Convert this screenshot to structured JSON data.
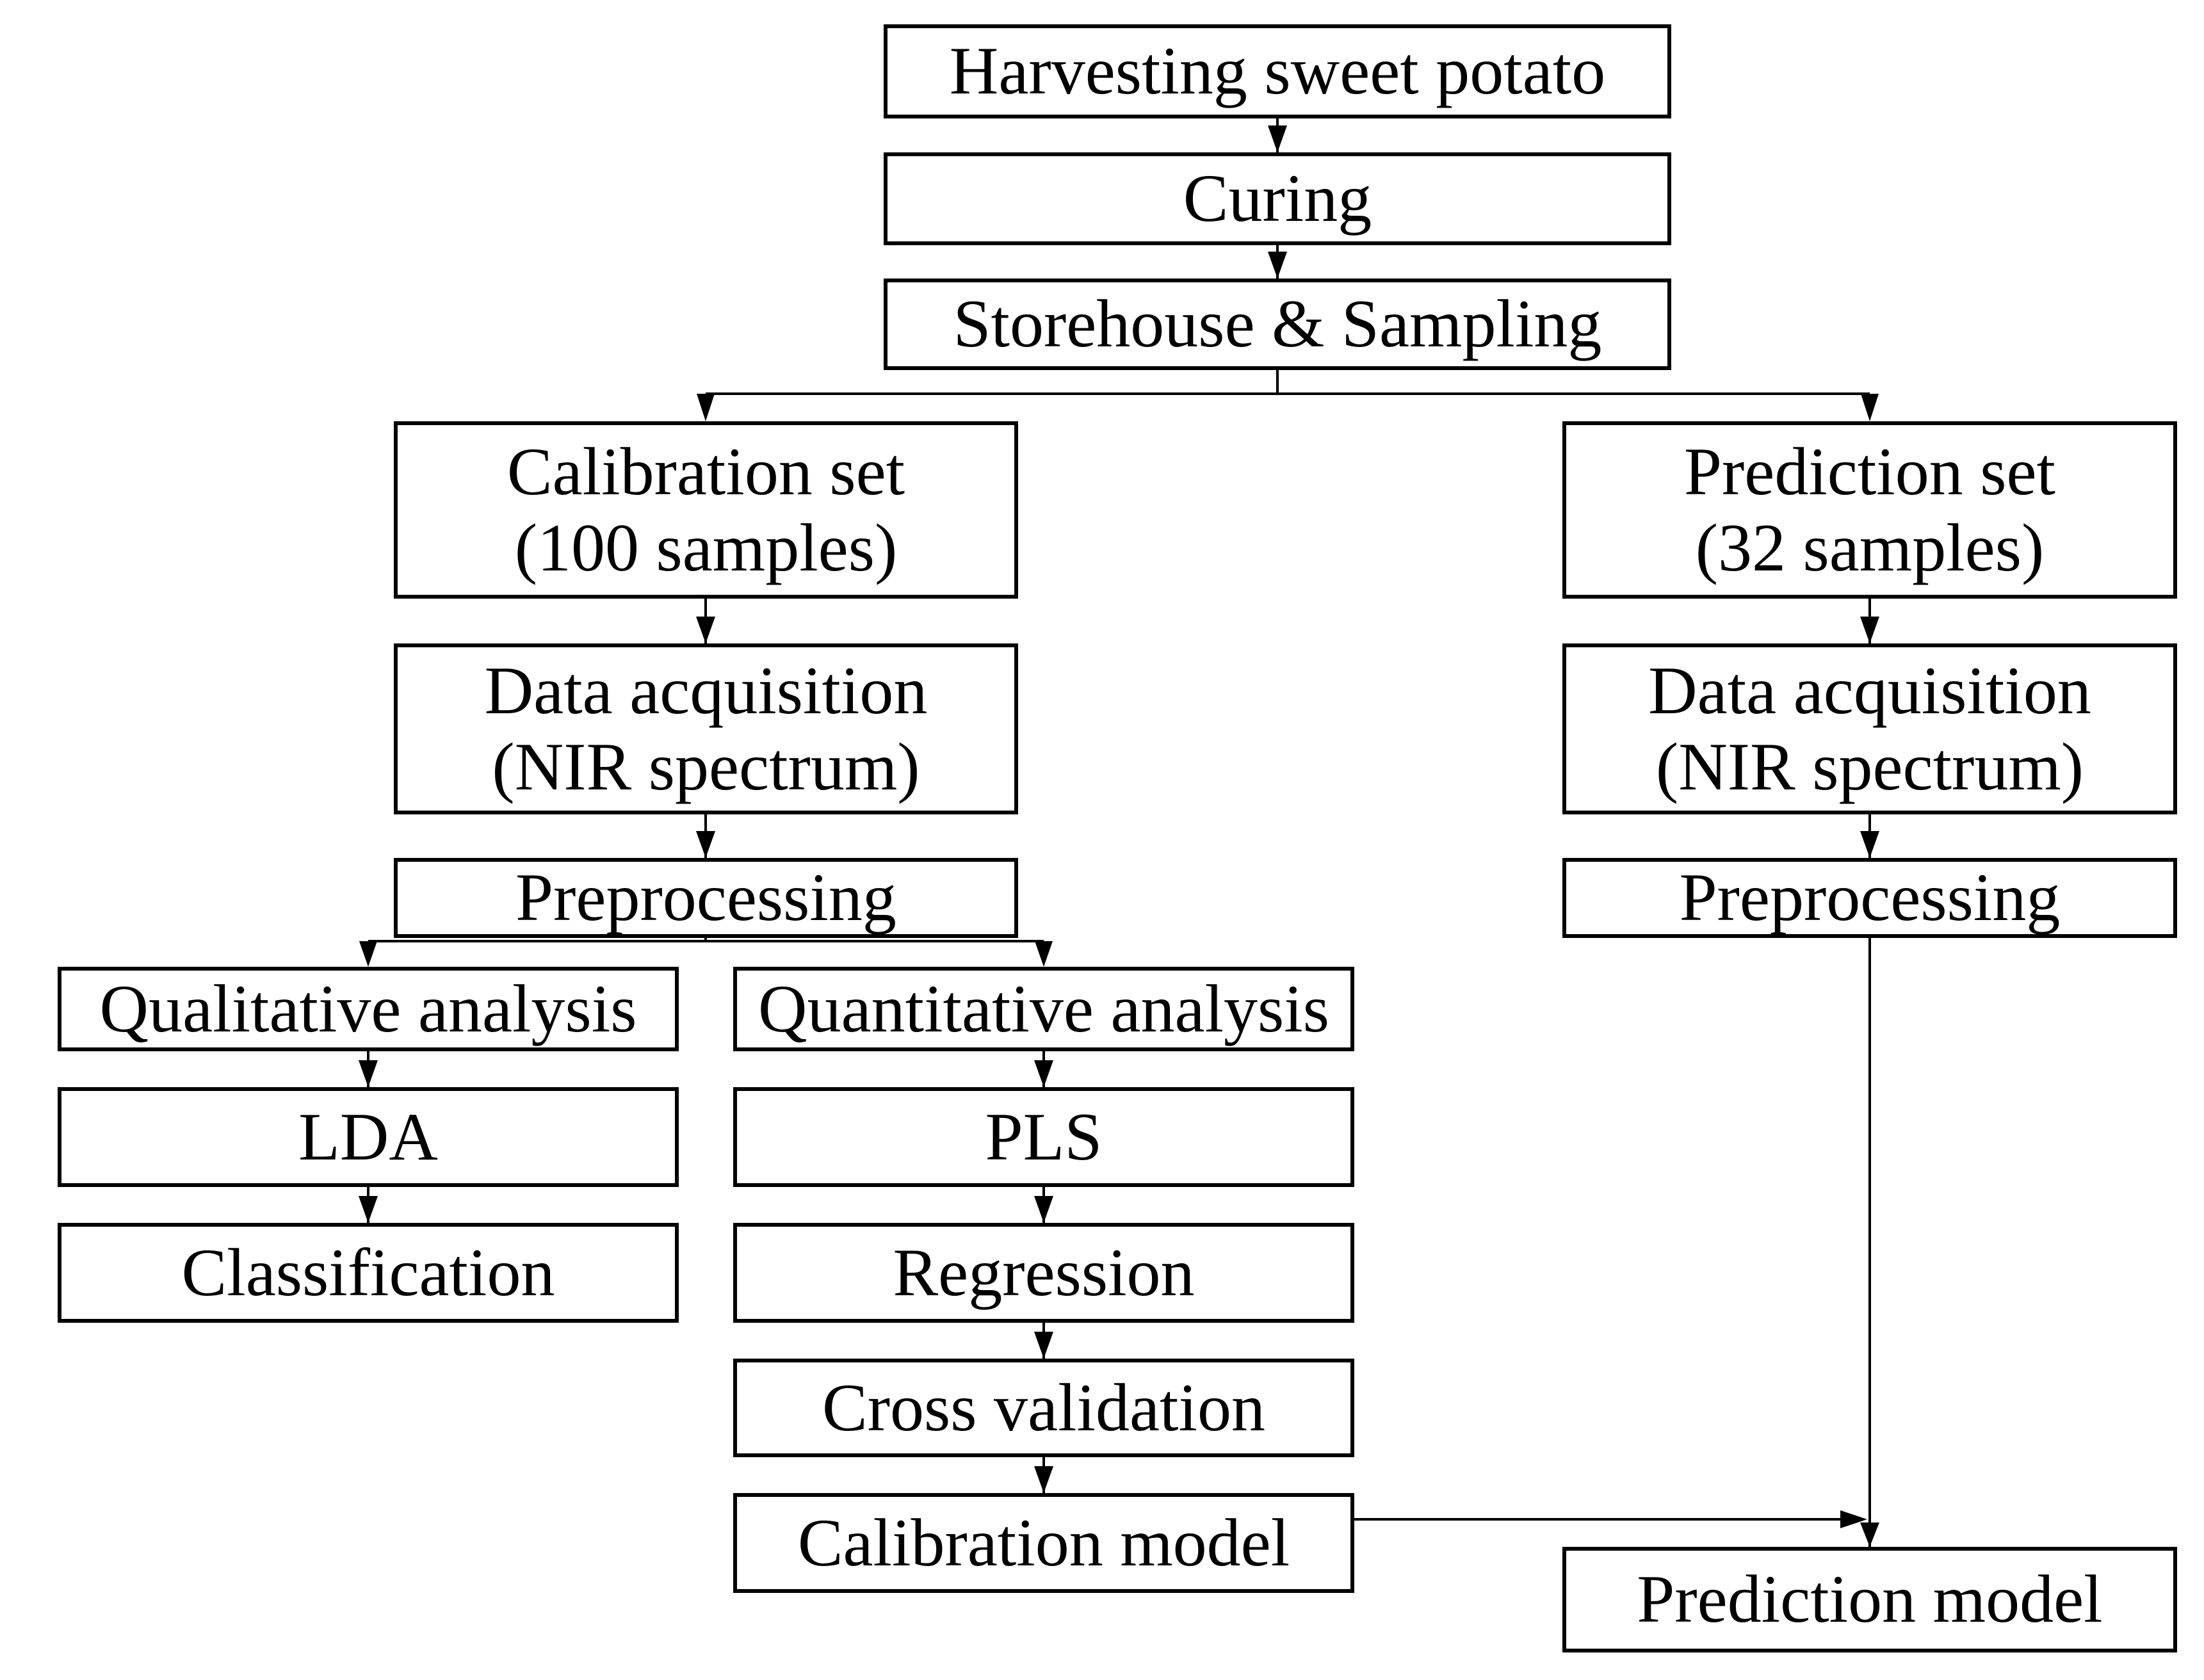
{
  "figure": {
    "colors": {
      "background": "#ffffff",
      "box_fill": "#ffffff",
      "box_border": "#000000",
      "connector": "#000000",
      "text": "#000000"
    },
    "nodes": {
      "harvesting": {
        "label": "Harvesting sweet potato"
      },
      "curing": {
        "label": "Curing"
      },
      "storehouse": {
        "label": "Storehouse & Sampling"
      },
      "calibration_set": {
        "line1": "Calibration set",
        "line2": "(100 samples)"
      },
      "prediction_set": {
        "line1": "Prediction set",
        "line2": "(32 samples)"
      },
      "data_acquisition_calibration": {
        "line1": "Data acquisition",
        "line2": "(NIR spectrum)"
      },
      "data_acquisition_prediction": {
        "line1": "Data acquisition",
        "line2": "(NIR spectrum)"
      },
      "preprocessing_calibration": {
        "label": "Preprocessing"
      },
      "preprocessing_prediction": {
        "label": "Preprocessing"
      },
      "qualitative_analysis": {
        "label": "Qualitative analysis"
      },
      "quantitative_analysis": {
        "label": "Quantitative analysis"
      },
      "lda": {
        "label": "LDA"
      },
      "pls": {
        "label": "PLS"
      },
      "classification": {
        "label": "Classification"
      },
      "regression": {
        "label": "Regression"
      },
      "cross_validation": {
        "label": "Cross validation"
      },
      "calibration_model": {
        "label": "Calibration model"
      },
      "prediction_model": {
        "label": "Prediction model"
      }
    }
  }
}
